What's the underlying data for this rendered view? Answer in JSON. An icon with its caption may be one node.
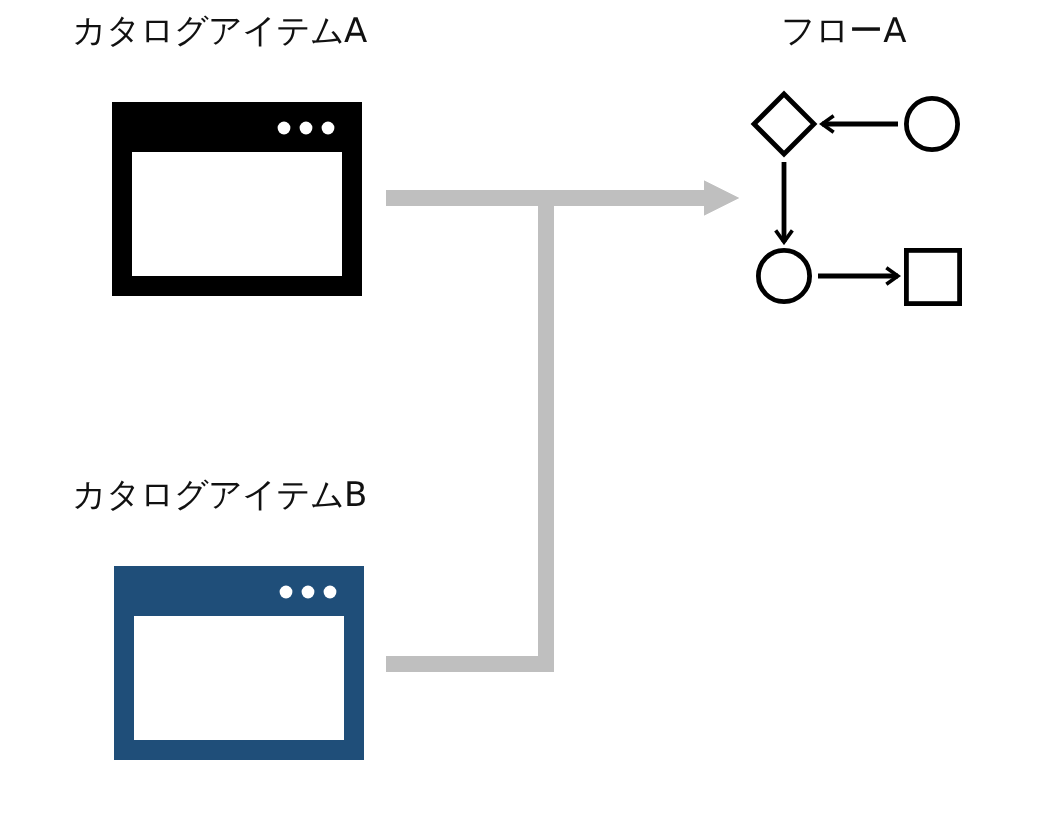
{
  "diagram": {
    "nodes": [
      {
        "text": [
          "カタログアイテムA"
        ]
      },
      {
        "text": [
          "カタログアイテムB"
        ]
      },
      {
        "text": [
          "フローA"
        ]
      },
      {
        "text": [],
        "shape": "diamond",
        "in": 2
      },
      {
        "text": [],
        "shape": "circle",
        "in": 2
      },
      {
        "text": [],
        "shape": "circle",
        "in": 2
      },
      {
        "text": [],
        "shape": "box",
        "in": 2
      }
    ],
    "edges": [
      {
        "from": 0,
        "to": 2,
        "arrow": "to",
        "style": "thick",
        "color": "#bfbfbf"
      },
      {
        "from": 1,
        "to": 2,
        "arrow": "to",
        "style": "thick",
        "color": "#bfbfbf"
      },
      {
        "from": 4,
        "to": 3,
        "arrow": "to"
      },
      {
        "from": 3,
        "to": 5,
        "arrow": "to"
      },
      {
        "from": 5,
        "to": 6,
        "arrow": "to"
      }
    ]
  }
}
